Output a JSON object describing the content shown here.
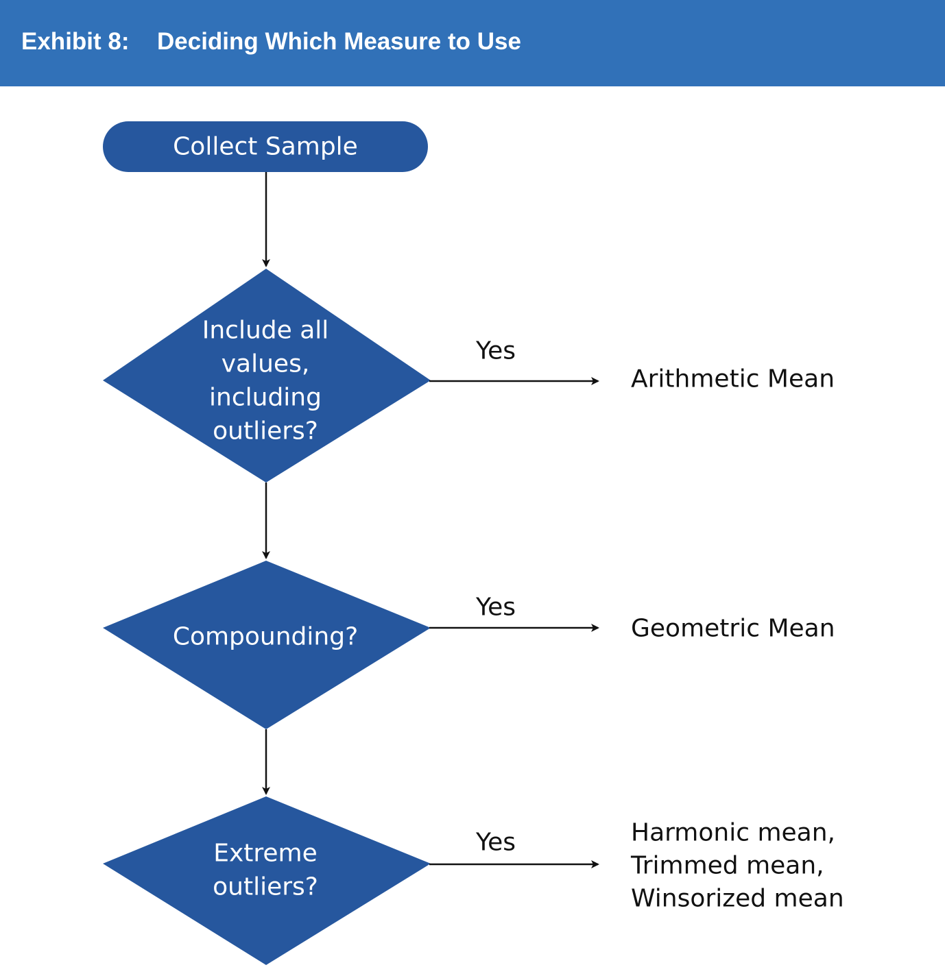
{
  "header": {
    "exhibit": "Exhibit 8:",
    "title": "Deciding Which Measure to Use"
  },
  "colors": {
    "header_bg": "#3171b8",
    "node_fill": "#26579e",
    "node_text": "#ffffff",
    "line": "#111111"
  },
  "flow": {
    "start": {
      "label": "Collect Sample"
    },
    "decisions": [
      {
        "lines": [
          "Include all",
          "values,",
          "including",
          "outliers?"
        ],
        "branch_label": "Yes",
        "outcome_lines": [
          "Arithmetic Mean"
        ]
      },
      {
        "lines": [
          "Compounding?"
        ],
        "branch_label": "Yes",
        "outcome_lines": [
          "Geometric Mean"
        ]
      },
      {
        "lines": [
          "Extreme",
          "outliers?"
        ],
        "branch_label": "Yes",
        "outcome_lines": [
          "Harmonic mean,",
          "Trimmed mean,",
          "Winsorized mean"
        ]
      }
    ]
  }
}
